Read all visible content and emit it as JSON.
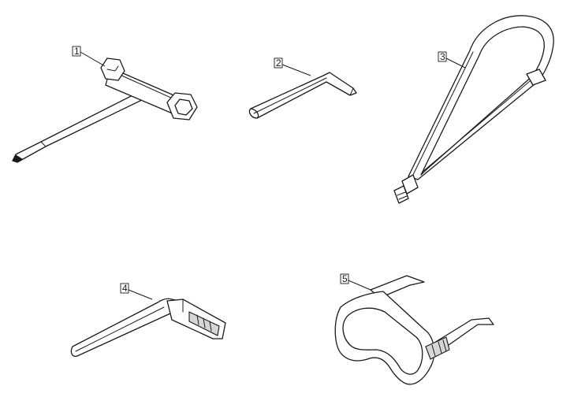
{
  "callouts": [
    {
      "id": "1"
    },
    {
      "id": "2"
    },
    {
      "id": "3"
    },
    {
      "id": "4"
    },
    {
      "id": "5"
    }
  ],
  "colors": {
    "line": "#1a1a1a",
    "fill": "#ffffff",
    "shade": "#d6d6d6"
  }
}
